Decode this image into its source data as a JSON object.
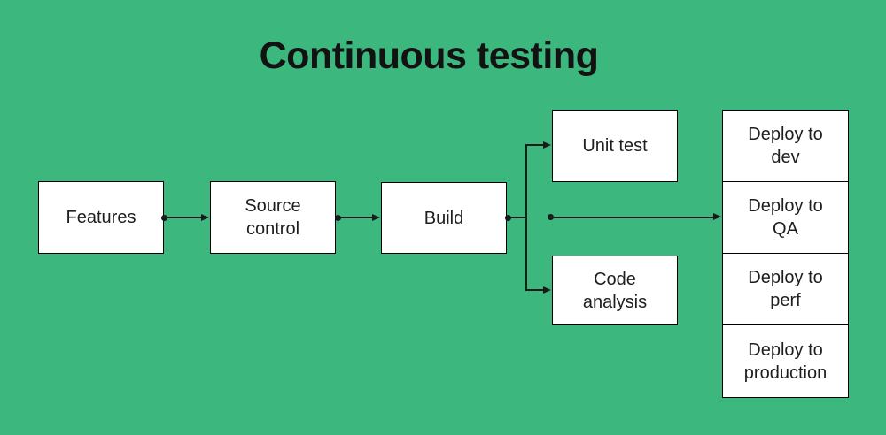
{
  "title": "Continuous testing",
  "colors": {
    "background": "#3CB87F",
    "box_fill": "#FFFFFF",
    "box_border": "#000000",
    "connector": "#1A1A1A",
    "title_text": "#121212",
    "label_text": "#1E1E1E"
  },
  "nodes": {
    "features": {
      "label": "Features"
    },
    "source_control": {
      "label": "Source\ncontrol"
    },
    "build": {
      "label": "Build"
    },
    "unit_test": {
      "label": "Unit test"
    },
    "code_analysis": {
      "label": "Code\nanalysis"
    },
    "deploy_dev": {
      "label": "Deploy to\ndev"
    },
    "deploy_qa": {
      "label": "Deploy to\nQA"
    },
    "deploy_perf": {
      "label": "Deploy to\nperf"
    },
    "deploy_production": {
      "label": "Deploy to\nproduction"
    }
  }
}
